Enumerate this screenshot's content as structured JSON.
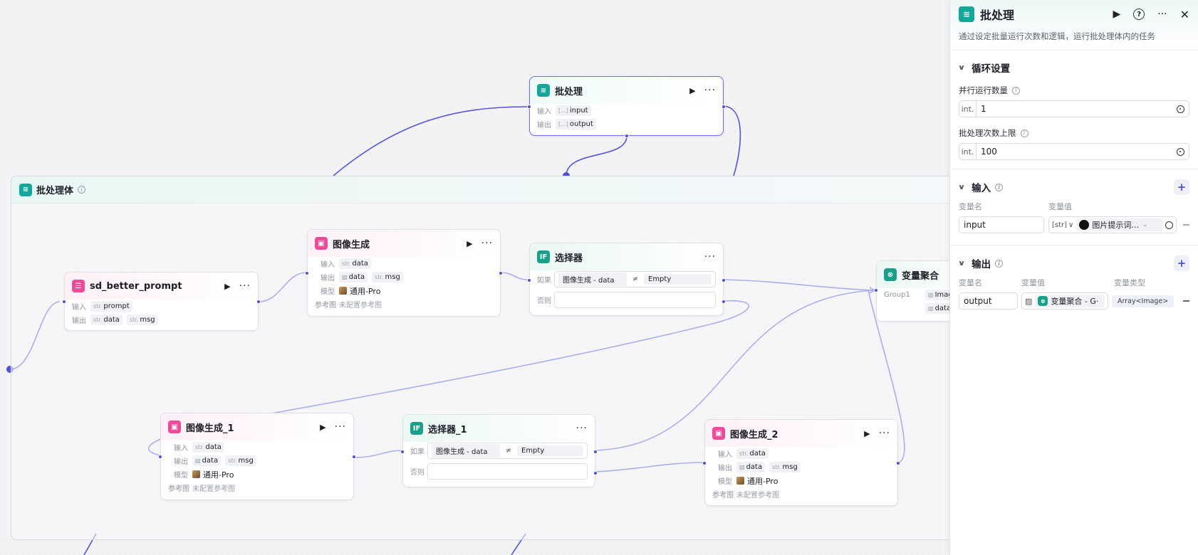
{
  "canvas": {
    "batch_node": {
      "title": "批处理",
      "input_label": "输入",
      "input_type": "[...]",
      "input_name": "input",
      "output_label": "输出",
      "output_type": "[...]",
      "output_name": "output"
    },
    "group": {
      "title": "批处理体"
    },
    "sd_node": {
      "title": "sd_better_prompt",
      "input_label": "输入",
      "input_type": "str.",
      "input_name": "prompt",
      "output_label": "输出",
      "out1_type": "str.",
      "out1_name": "data",
      "out2_type": "str.",
      "out2_name": "msg"
    },
    "img_node": {
      "title": "图像生成",
      "input_label": "输入",
      "input_type": "str.",
      "input_name": "data",
      "output_label": "输出",
      "out1_name": "data",
      "out2_type": "str.",
      "out2_name": "msg",
      "model_label": "模型",
      "model_value": "通用-Pro",
      "ref_label": "参考图",
      "ref_value": "未配置参考图"
    },
    "selector_node": {
      "title": "选择器",
      "if_label": "如果",
      "field": "图像生成  -  data",
      "op": "≠",
      "value": "Empty",
      "else_label": "否则"
    },
    "agg_node": {
      "title": "变量聚合",
      "group_label": "Group1",
      "item1": "Imag",
      "item2": "data"
    },
    "img1_node": {
      "title": "图像生成_1",
      "input_label": "输入",
      "input_type": "str.",
      "input_name": "data",
      "output_label": "输出",
      "out1_name": "data",
      "out2_type": "str.",
      "out2_name": "msg",
      "model_label": "模型",
      "model_value": "通用-Pro",
      "ref_label": "参考图",
      "ref_value": "未配置参考图"
    },
    "selector1_node": {
      "title": "选择器_1",
      "if_label": "如果",
      "field": "图像生成  -  data",
      "op": "≠",
      "value": "Empty",
      "else_label": "否则"
    },
    "img2_node": {
      "title": "图像生成_2",
      "input_label": "输入",
      "input_type": "str.",
      "input_name": "data",
      "output_label": "输出",
      "out1_name": "data",
      "out2_type": "str.",
      "out2_name": "msg",
      "model_label": "模型",
      "model_value": "通用-Pro",
      "ref_label": "参考图",
      "ref_value": "未配置参考图"
    }
  },
  "panel": {
    "title": "批处理",
    "description": "通过设定批量运行次数和逻辑，运行批处理体内的任务",
    "loop": {
      "title": "循环设置",
      "parallel_label": "并行运行数量",
      "parallel_prefix": "int.",
      "parallel_value": "1",
      "limit_label": "批处理次数上限",
      "limit_prefix": "int.",
      "limit_value": "100"
    },
    "input": {
      "title": "输入",
      "col_name": "变量名",
      "col_value": "变量值",
      "var_name": "input",
      "var_type": "[str]",
      "ref_text": "图片提示词…",
      "ref_sep": "-"
    },
    "output": {
      "title": "输出",
      "col_name": "变量名",
      "col_value": "变量值",
      "col_type": "变量类型",
      "var_name": "output",
      "ref_text": "变量聚合 - G·",
      "type_value": "Array<Image>"
    }
  },
  "colors": {
    "accent": "#4e50d8",
    "teal": "#15a79a",
    "pink": "#ec4b98"
  }
}
